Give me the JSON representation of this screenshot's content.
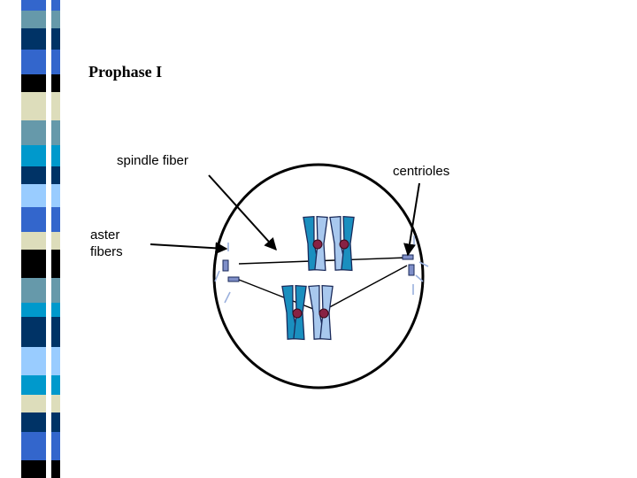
{
  "slide": {
    "title": "Prophase I"
  },
  "labels": {
    "spindle_fiber": "spindle fiber",
    "aster_line1": "aster",
    "aster_line2": "fibers",
    "centrioles": "centrioles"
  },
  "colors": {
    "stripe_palette": [
      "#6699aa",
      "#003366",
      "#3366cc",
      "#000000",
      "#ddddbb",
      "#0099cc",
      "#99ccff"
    ],
    "chromatid_dark": "#1a8fbf",
    "chromatid_light": "#a8c8ee",
    "centromere": "#882244",
    "centriole": "#7f8fc8",
    "aster": "#9ab0dd"
  }
}
